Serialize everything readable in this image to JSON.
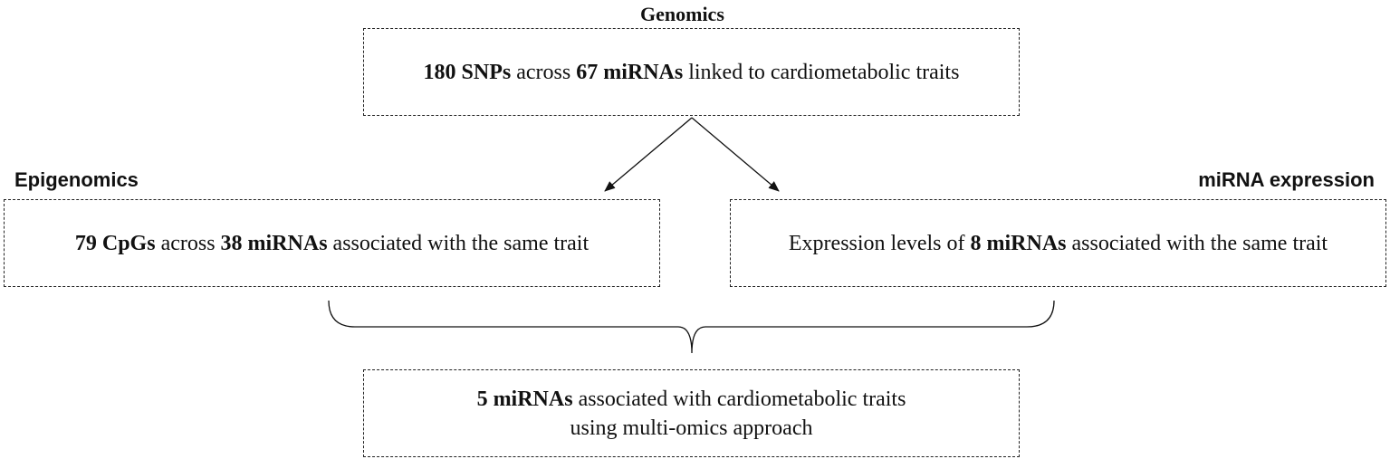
{
  "headings": {
    "genomics": "Genomics",
    "epigenomics": "Epigenomics",
    "mirna_expression": "miRNA expression"
  },
  "boxes": {
    "genomics": {
      "n1": "180 SNPs",
      "t1": " across ",
      "n2": "67 miRNAs",
      "t2": " linked to cardiometabolic traits"
    },
    "epigenomics": {
      "n1": "79 CpGs",
      "t1": " across ",
      "n2": "38 miRNAs",
      "t2": " associated with the same trait"
    },
    "expression": {
      "t0": "Expression levels of ",
      "n1": "8 miRNAs",
      "t1": " associated with the same trait"
    },
    "result": {
      "n1": "5 miRNAs",
      "t1": " associated with cardiometabolic traits",
      "line2": "using multi-omics approach"
    }
  }
}
